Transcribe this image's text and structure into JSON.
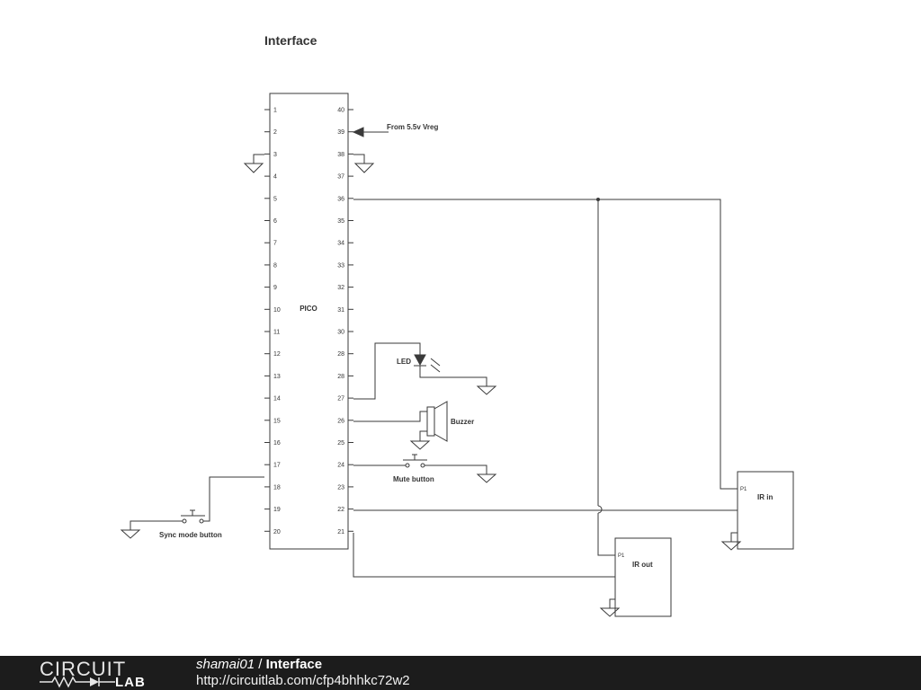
{
  "page_title": "Interface",
  "ic": {
    "label": "PICO",
    "left_pins": [
      "1",
      "2",
      "3",
      "4",
      "5",
      "6",
      "7",
      "8",
      "9",
      "10",
      "11",
      "12",
      "13",
      "14",
      "15",
      "16",
      "17",
      "18",
      "19",
      "20"
    ],
    "right_pins": [
      "40",
      "39",
      "38",
      "37",
      "36",
      "35",
      "34",
      "33",
      "32",
      "31",
      "30",
      "28",
      "28",
      "27",
      "26",
      "25",
      "24",
      "23",
      "22",
      "21"
    ]
  },
  "labels": {
    "vreg": "From 5.5v Vreg",
    "led": "LED",
    "buzzer": "Buzzer",
    "mute": "Mute button",
    "sync": "Sync mode button",
    "ir_in": "IR in",
    "ir_out": "IR out",
    "ir_in_pin": "P1",
    "ir_out_pin": "P1"
  },
  "footer": {
    "logo_top": "CIRCUIT",
    "logo_bottom": "LAB",
    "author": "shamai01",
    "separator": " / ",
    "title": "Interface",
    "url": "http://circuitlab.com/cfp4bhhkc72w2"
  },
  "colors": {
    "wire": "#3a3a3a",
    "footer_bg": "#1c1c1c"
  }
}
